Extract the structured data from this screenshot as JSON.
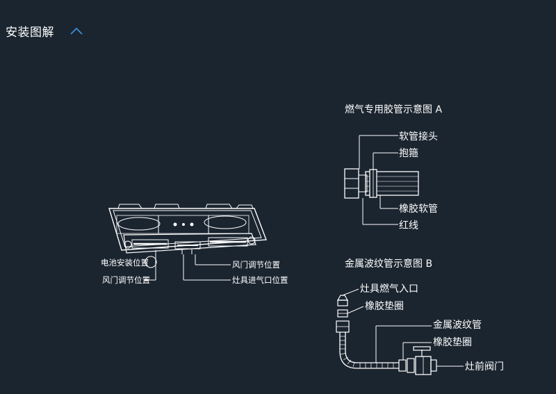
{
  "section": {
    "title": "安装图解"
  },
  "icons": {
    "collapse": "chevron-up-icon"
  },
  "colors": {
    "background": "#1b2530",
    "accent": "#3a8fd6",
    "line": "#ffffff"
  },
  "diagram": {
    "stove_labels": {
      "battery": "电池安装位置",
      "damper_left": "风门调节位置",
      "damper_right": "风门调节位置",
      "gas_inlet": "灶具进气口位置"
    },
    "hose_a": {
      "title": "燃气专用胶管示意图 A",
      "hose_connector": "软管接头",
      "clamp": "抱箍",
      "rubber_hose": "橡胶软管",
      "red_line": "红线"
    },
    "hose_b": {
      "title": "金属波纹管示意图 B",
      "gas_inlet": "灶具燃气入口",
      "gasket_top": "橡胶垫圈",
      "corrugated_pipe": "金属波纹管",
      "gasket_bottom": "橡胶垫圈",
      "valve": "灶前阀门"
    }
  }
}
